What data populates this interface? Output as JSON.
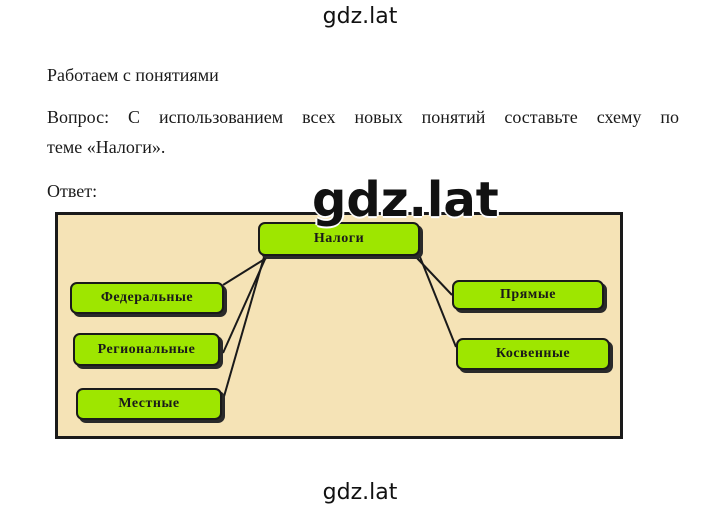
{
  "watermark": {
    "top": "gdz.lat",
    "middle": "gdz.lat",
    "bottom": "gdz.lat"
  },
  "section_title": "Работаем с понятиями",
  "question": {
    "line1": "Вопрос: С использованием всех новых понятий составьте схему по",
    "line2": "теме «Налоги»."
  },
  "answer_label": "Ответ:",
  "diagram": {
    "root": "Налоги",
    "left_nodes": [
      "Федеральные",
      "Региональные",
      "Местные"
    ],
    "right_nodes": [
      "Прямые",
      "Косвенные"
    ],
    "colors": {
      "background": "#f5e3b6",
      "node": "#9ee600",
      "line": "#1a1a1a"
    }
  }
}
